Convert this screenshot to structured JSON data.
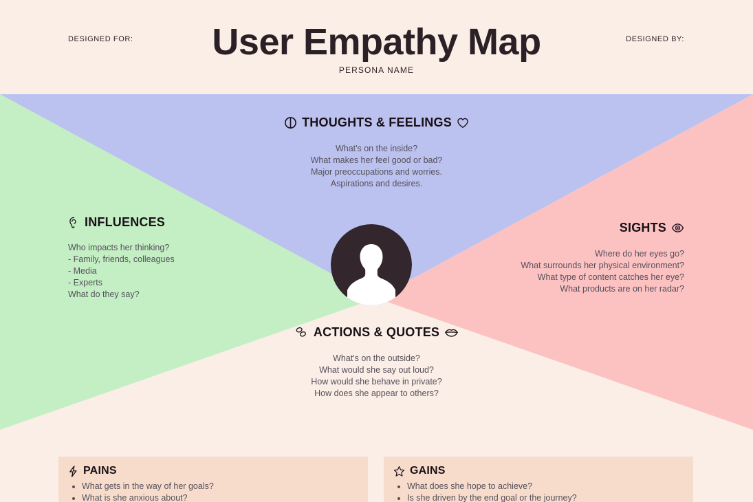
{
  "header": {
    "designed_for_label": "DESIGNED FOR:",
    "designed_by_label": "DESIGNED BY:",
    "title": "User Empathy Map",
    "persona_name": "PERSONA NAME"
  },
  "colors": {
    "header_background": "#fbeee7",
    "top_quadrant": "#bcc2ef",
    "left_quadrant": "#c4efc4",
    "right_quadrant": "#fcc2c2",
    "bottom_quadrant": "#fbeee7",
    "box_background": "#f7dccc",
    "avatar_hair": "#33262c",
    "avatar_face": "#ffffff",
    "heading_text": "#191016",
    "body_text": "#55505a"
  },
  "sections": {
    "thoughts": {
      "title": "THOUGHTS & FEELINGS",
      "icon_left": "brain-icon",
      "icon_right": "heart-icon",
      "lines": [
        "What's on the inside?",
        "What makes her feel good or bad?",
        "Major preoccupations and worries.",
        "Aspirations and desires."
      ]
    },
    "influences": {
      "title": "INFLUENCES",
      "icon_left": "ear-icon",
      "lines": [
        "Who impacts her thinking?",
        "- Family, friends, colleagues",
        "- Media",
        "- Experts",
        "What do they say?"
      ]
    },
    "sights": {
      "title": "SIGHTS",
      "icon_right": "eye-icon",
      "lines": [
        "Where do her eyes go?",
        "What surrounds her physical environment?",
        "What type of content catches her eye?",
        "What products are on her radar?"
      ]
    },
    "actions": {
      "title": "ACTIONS & QUOTES",
      "icon_left": "footsteps-icon",
      "icon_right": "lips-icon",
      "lines": [
        "What's on the outside?",
        "What would she say out loud?",
        "How would she behave in private?",
        "How does she appear to others?"
      ]
    },
    "pains": {
      "title": "PAINS",
      "icon_left": "lightning-bolt-icon",
      "items": [
        "What gets in the way of her goals?",
        "What is she anxious about?"
      ]
    },
    "gains": {
      "title": "GAINS",
      "icon_left": "star-icon",
      "items": [
        "What does she hope to achieve?",
        "Is she driven by the end goal or the journey?"
      ]
    }
  },
  "avatar": {
    "alt": "persona-avatar"
  }
}
